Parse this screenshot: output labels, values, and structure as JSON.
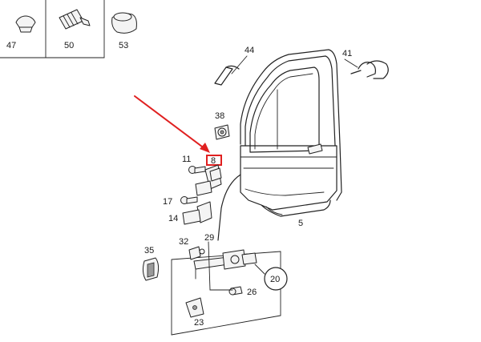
{
  "labels": {
    "p47": "47",
    "p50": "50",
    "p53": "53",
    "p44": "44",
    "p41": "41",
    "p38": "38",
    "p11": "11",
    "p8": "8",
    "p17": "17",
    "p14": "14",
    "p5": "5",
    "p35": "35",
    "p32": "32",
    "p29": "29",
    "p20": "20",
    "p26": "26",
    "p23": "23"
  },
  "colors": {
    "highlight": "#e02020",
    "ink": "#222222"
  }
}
